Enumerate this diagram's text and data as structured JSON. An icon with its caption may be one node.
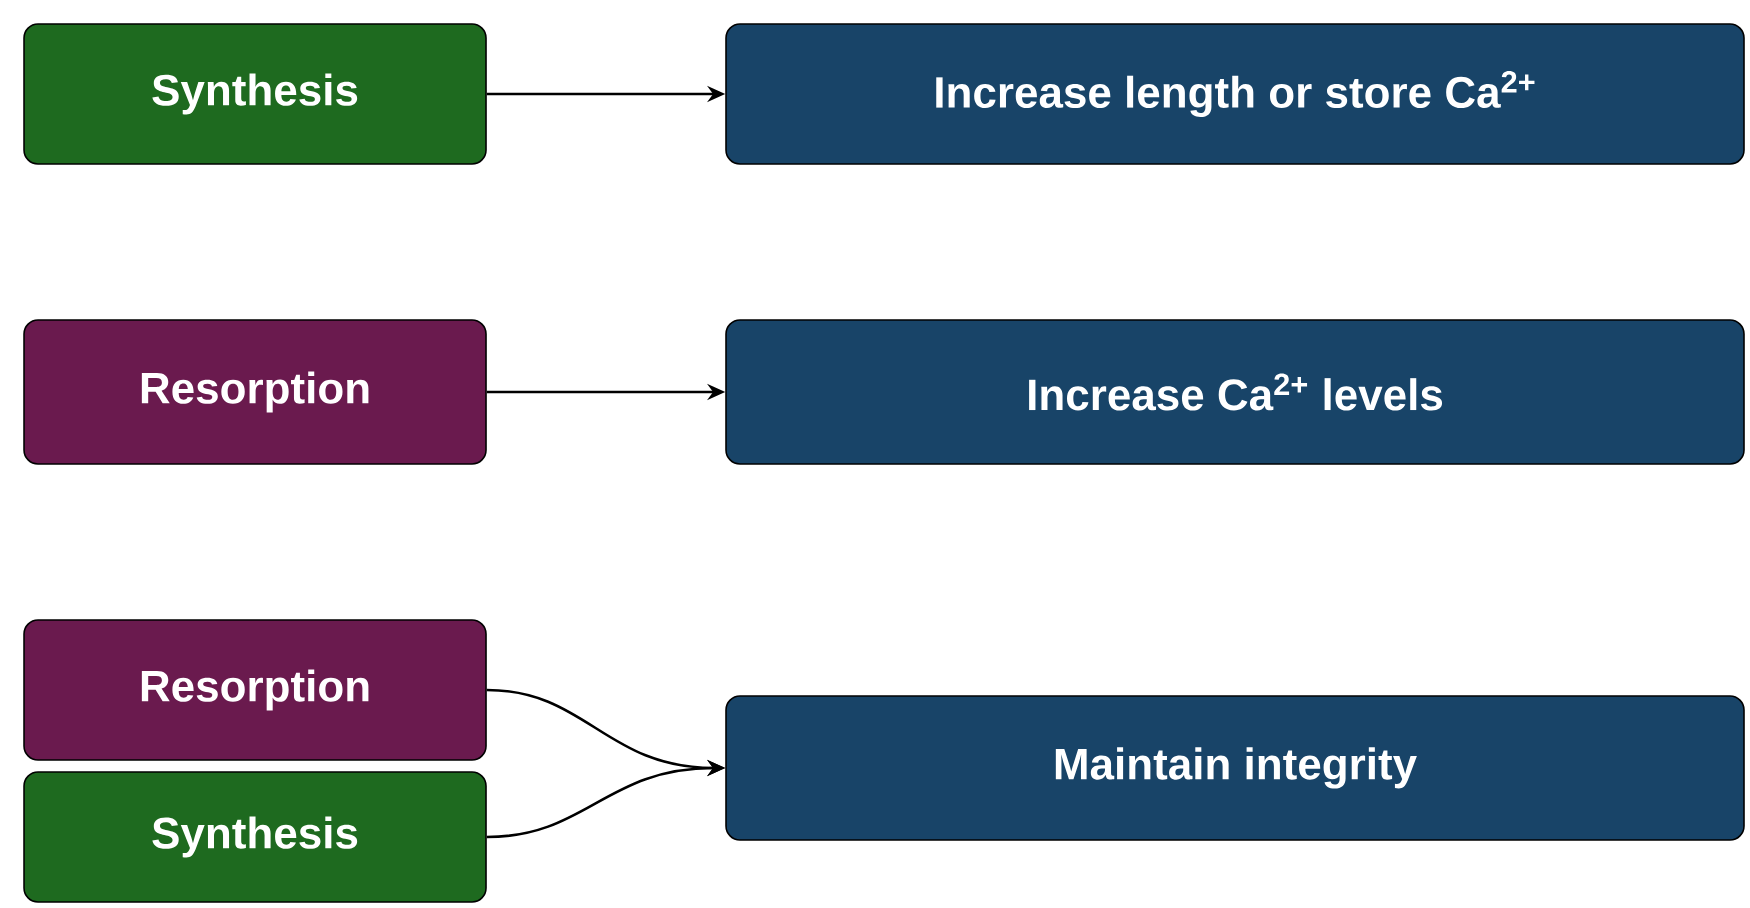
{
  "diagram": {
    "nodes": [
      {
        "text": [
          "Synthesis"
        ]
      },
      {
        "text": [
          "Increase length or store Ca$^{2+}$"
        ]
      },
      {
        "text": [
          "Resorption"
        ]
      },
      {
        "text": [
          "Increase Ca$^{2+}$ levels"
        ]
      },
      {
        "text": [
          "Resorption"
        ]
      },
      {
        "text": [
          "Synthesis"
        ]
      },
      {
        "text": [
          "Maintain integrity"
        ]
      }
    ],
    "edges": [
      {
        "from": 0,
        "to": 1,
        "arrow": "to"
      },
      {
        "from": 2,
        "to": 3,
        "arrow": "to"
      },
      {
        "from": 4,
        "to": 6,
        "arrow": "to"
      },
      {
        "from": 5,
        "to": 6,
        "arrow": "to"
      }
    ]
  }
}
